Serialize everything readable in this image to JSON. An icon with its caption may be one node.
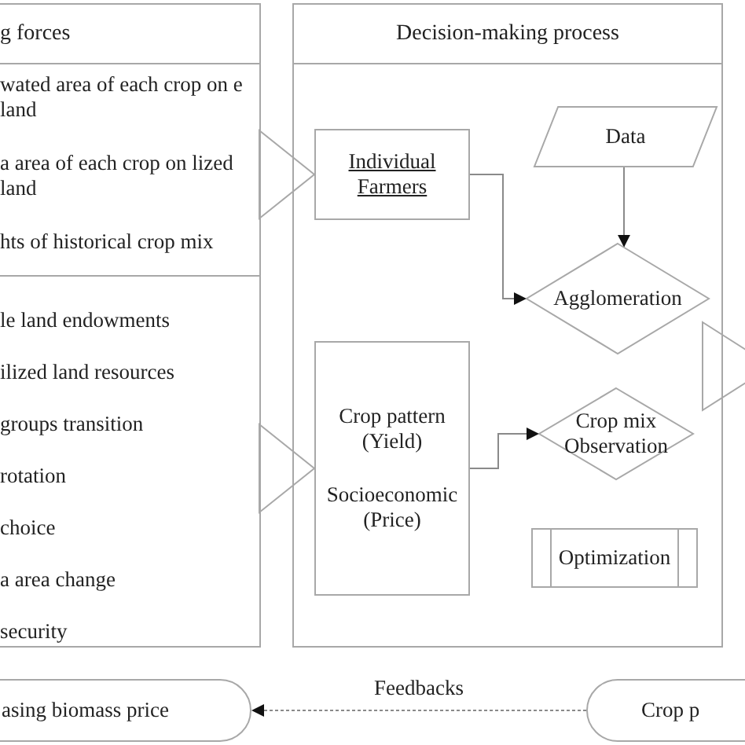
{
  "diagram": {
    "nodes": [
      {
        "text": [
          "g forces"
        ]
      },
      {
        "text": [
          "wated area of each crop on e land",
          "a area of each crop on lized land",
          "hts of historical crop mix"
        ],
        "in": 0
      },
      {
        "text": [
          "le land endowments",
          "ilized land resources",
          "groups transition",
          "rotation",
          "choice",
          "a area change",
          "security"
        ],
        "in": 0
      },
      {
        "text": [
          "Decision-making process"
        ]
      },
      {
        "text": [
          "Individual Farmers"
        ],
        "in": 3
      },
      {
        "text": [
          "Data"
        ],
        "in": 3
      },
      {
        "text": [
          "Agglomeration"
        ],
        "in": 3
      },
      {
        "text": [
          "Crop pattern (Yield)",
          "Socioeconomic (Price)"
        ],
        "in": 3
      },
      {
        "text": [
          "Crop mix Observation"
        ],
        "in": 3
      },
      {
        "text": [
          "Optimization"
        ],
        "in": 3
      },
      {
        "text": [
          "asing biomass price"
        ]
      },
      {
        "text": [
          "Crop p"
        ]
      }
    ],
    "edges": [
      {
        "from": 1,
        "to": 4,
        "arrow": "to",
        "style": "thick"
      },
      {
        "from": 2,
        "to": 7,
        "arrow": "to",
        "style": "thick"
      },
      {
        "from": 3,
        "to": null,
        "arrow": "to",
        "style": "thick"
      },
      {
        "from": 5,
        "to": 6,
        "arrow": "to"
      },
      {
        "from": 4,
        "to": 6,
        "arrow": "to"
      },
      {
        "from": 7,
        "to": 8,
        "arrow": "to"
      },
      {
        "from": 11,
        "to": 10,
        "arrow": "to",
        "label": "Feedbacks",
        "style": "dashed"
      }
    ]
  }
}
